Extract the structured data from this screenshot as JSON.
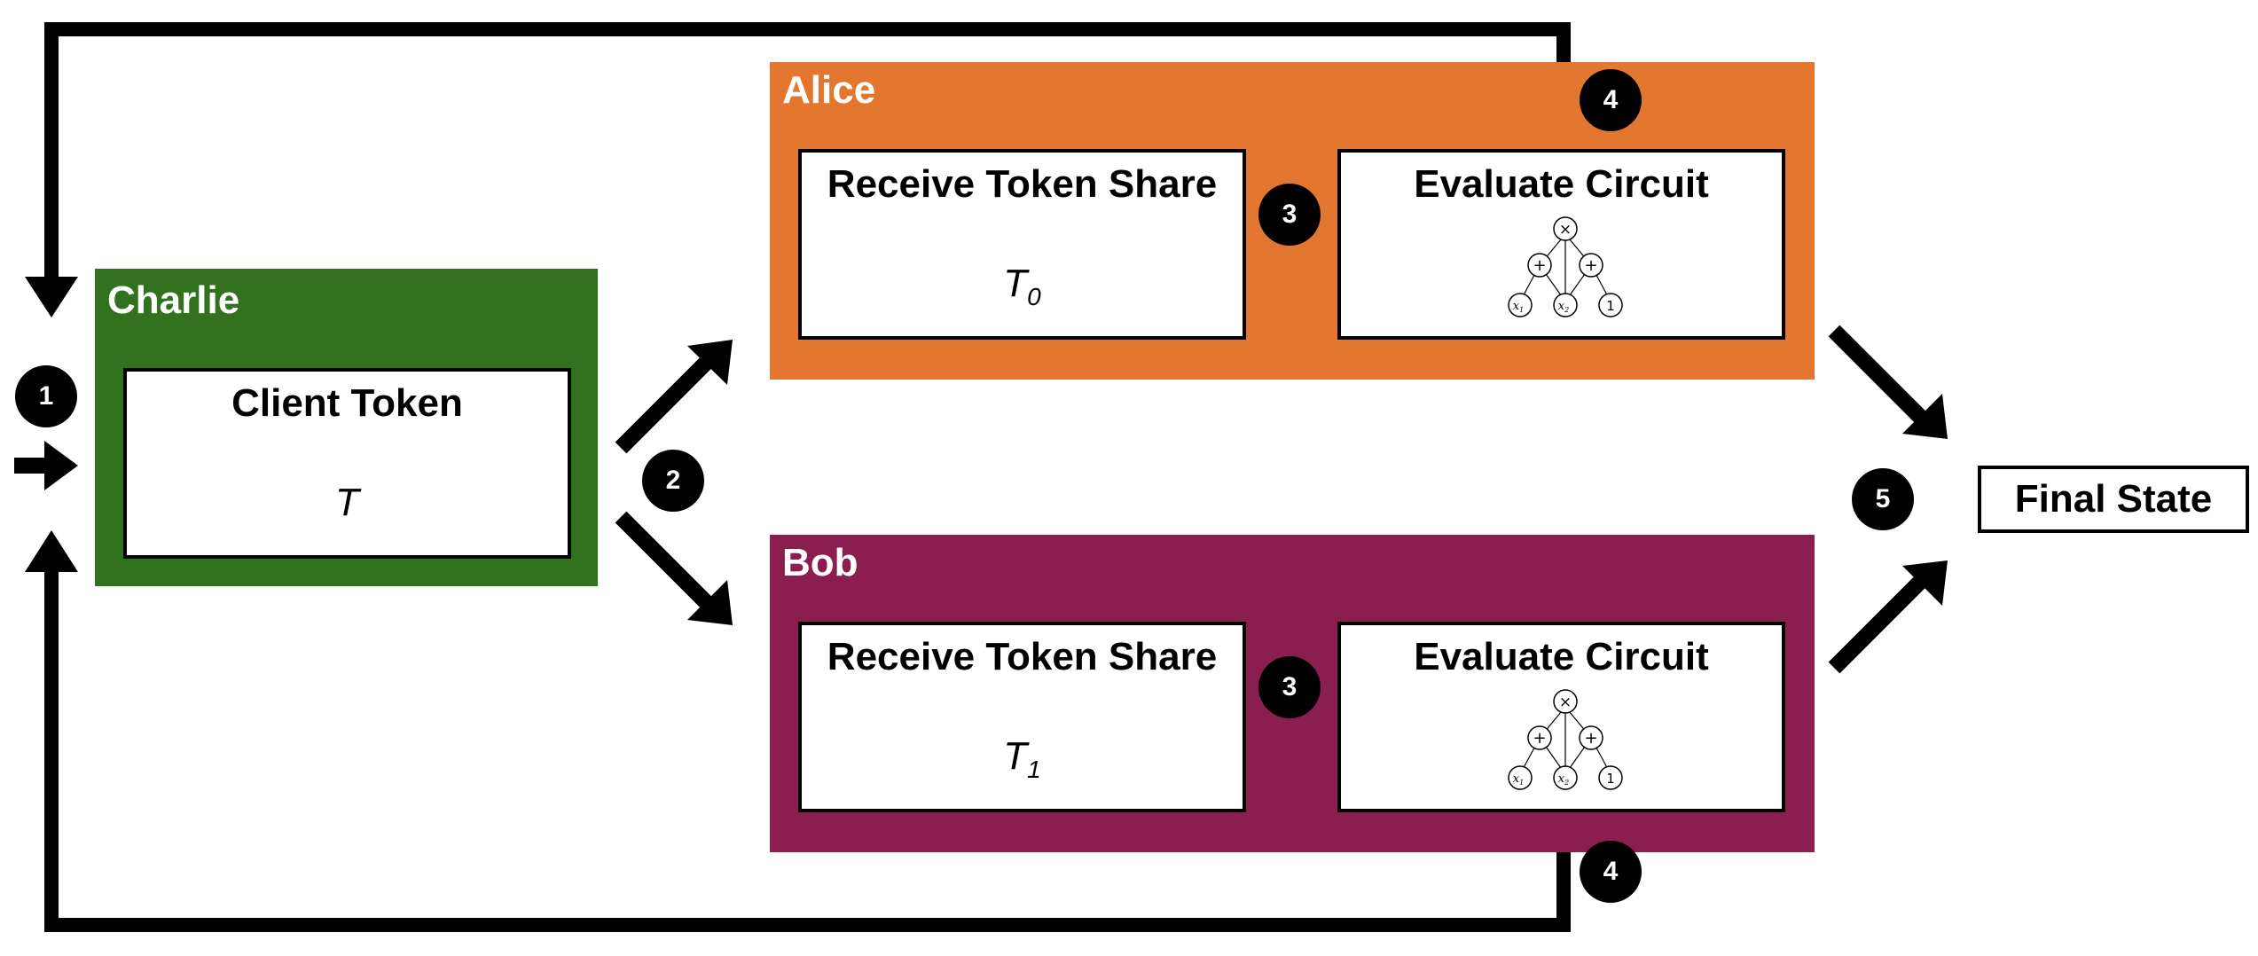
{
  "colors": {
    "alice": "#e37730",
    "bob": "#8a1e50",
    "charlie": "#32721e",
    "ink": "#000000"
  },
  "charlie": {
    "label": "Charlie",
    "box_title": "Client Token",
    "box_var": "T"
  },
  "alice": {
    "label": "Alice",
    "share_title": "Receive Token Share",
    "share_var": "T",
    "share_sub": "0",
    "eval_title": "Evaluate Circuit"
  },
  "bob": {
    "label": "Bob",
    "share_title": "Receive Token Share",
    "share_var": "T",
    "share_sub": "1",
    "eval_title": "Evaluate Circuit"
  },
  "final": {
    "label": "Final State"
  },
  "steps": {
    "s1": "1",
    "s2": "2",
    "s3a": "3",
    "s3b": "3",
    "s4a": "4",
    "s4b": "4",
    "s5": "5"
  },
  "circuit": {
    "root": "×",
    "mid_left": "+",
    "mid_right": "+",
    "leaf_x1": "x",
    "leaf_x1_sub": "1",
    "leaf_x2": "x",
    "leaf_x2_sub": "2",
    "leaf_one": "1"
  }
}
